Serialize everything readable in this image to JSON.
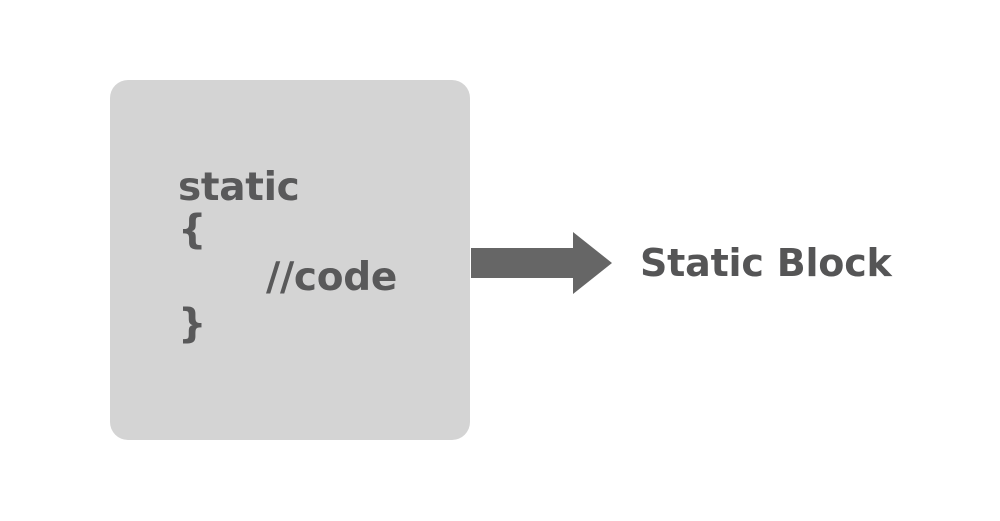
{
  "diagram": {
    "title": "Static Block",
    "background_color": "#ffffff",
    "code_box": {
      "fill_color": "#d4d4d4",
      "text_color": "#59595a",
      "lines": [
        {
          "text": "static",
          "indented": false
        },
        {
          "text": "{",
          "indented": false
        },
        {
          "text": "//code",
          "indented": true
        },
        {
          "text": "}",
          "indented": false
        }
      ]
    },
    "arrow": {
      "name": "right-arrow",
      "color": "#666666",
      "direction": "right"
    },
    "label": {
      "text": "Static Block",
      "color": "#555556"
    }
  }
}
